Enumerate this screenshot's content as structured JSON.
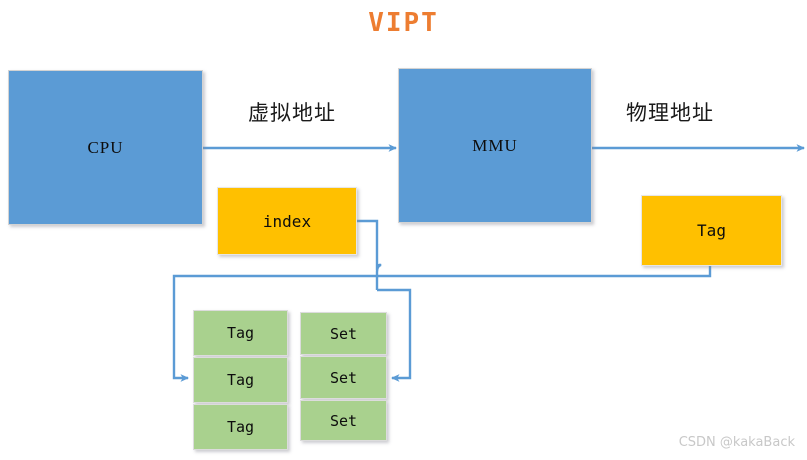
{
  "diagram": {
    "title": "VIPT",
    "title_color": "#ED7D31",
    "palette": {
      "blue": "#5B9BD5",
      "orange": "#FFC000",
      "green": "#A9D18E",
      "connector": "#5B9BD5",
      "watermark": "#c8c8c8"
    },
    "blocks": {
      "cpu": "CPU",
      "mmu": "MMU",
      "index": "index",
      "tag_physical": "Tag"
    },
    "flow_labels": {
      "virtual_address": "虚拟地址",
      "physical_address": "物理地址"
    },
    "tag_array": {
      "label": "Tag",
      "rows": [
        "Tag",
        "Tag",
        "Tag"
      ]
    },
    "set_array": {
      "label": "Set",
      "rows": [
        "Set",
        "Set",
        "Set"
      ]
    }
  },
  "watermark": "CSDN @kakaBack"
}
